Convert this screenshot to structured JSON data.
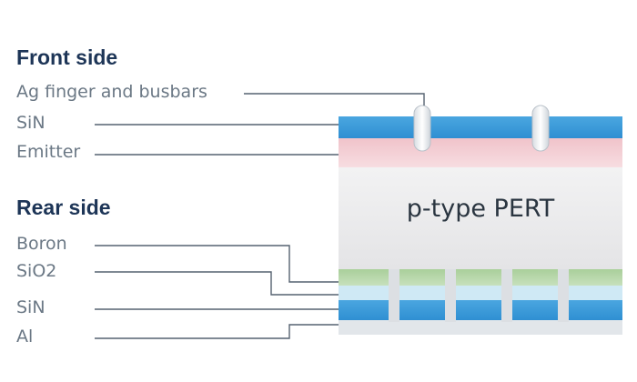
{
  "front_side": {
    "heading": "Front side",
    "labels": {
      "ag": "Ag finger and busbars",
      "sin": "SiN",
      "emitter": "Emitter"
    }
  },
  "rear_side": {
    "heading": "Rear side",
    "labels": {
      "boron": "Boron",
      "sio2": "SiO2",
      "sin": "SiN",
      "al": "Al"
    }
  },
  "cell": {
    "label": "p-type PERT"
  },
  "colors": {
    "heading": "#1d3557",
    "label": "#6b7885",
    "leader_line": "#556270",
    "sin_blue": "#3a9ad9",
    "emitter_pink": "#f2c9cf",
    "bulk_grey": "#e9e9eb",
    "boron_green": "#b5d6a8",
    "sio2_cyan": "#cfe9f5"
  }
}
